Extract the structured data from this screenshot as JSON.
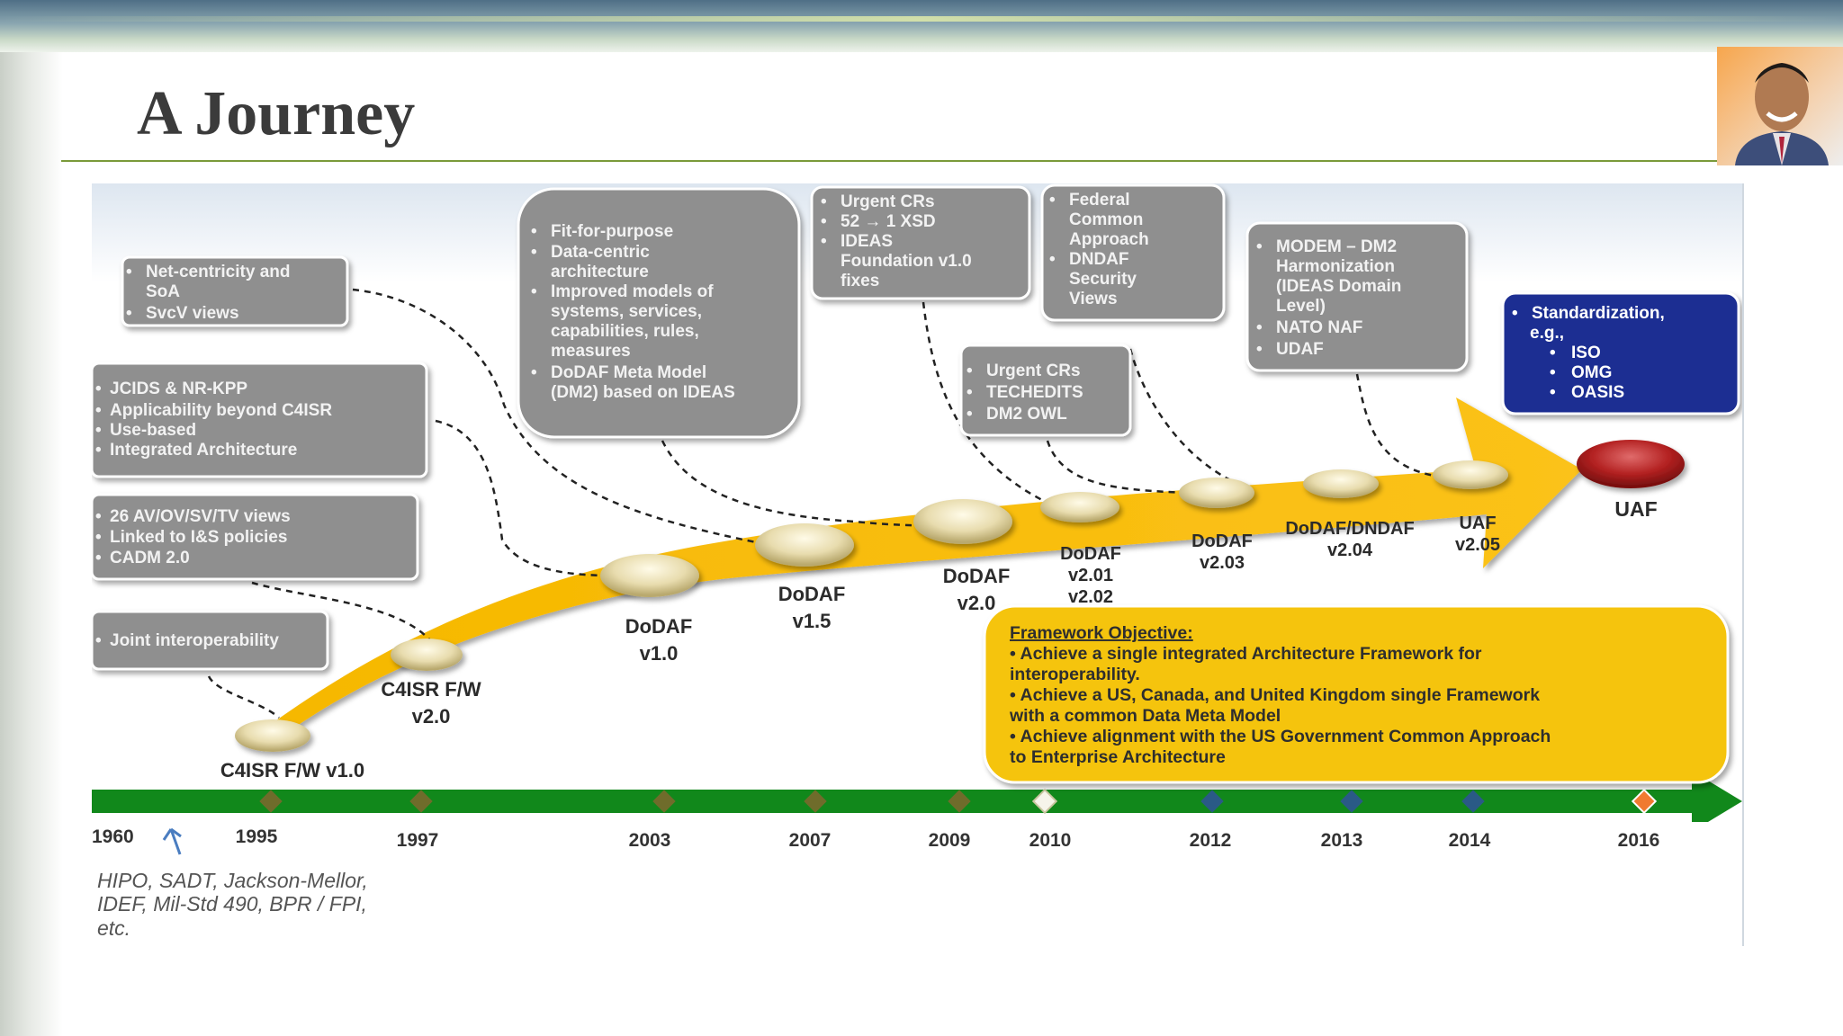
{
  "slide": {
    "title": "A Journey"
  },
  "callouts": {
    "net": [
      "Net-centricity and",
      "SoA",
      "SvcV views"
    ],
    "jcids": [
      "JCIDS & NR-KPP",
      "Applicability beyond C4ISR",
      "Use-based",
      "Integrated Architecture"
    ],
    "views": [
      "26 AV/OV/SV/TV views",
      "Linked to I&S policies",
      "CADM 2.0"
    ],
    "joint": [
      "Joint interoperability"
    ],
    "fit": [
      "Fit-for-purpose",
      "Data-centric",
      "architecture",
      "Improved models of",
      "systems, services,",
      "capabilities, rules,",
      "measures",
      "DoDAF Meta Model",
      "(DM2) based on IDEAS"
    ],
    "urgent1": [
      "Urgent CRs",
      "52 → 1 XSD",
      "IDEAS",
      "Foundation v1.0",
      "fixes"
    ],
    "urgent2": [
      "Urgent CRs",
      "TECHEDITS",
      "DM2 OWL"
    ],
    "federal": [
      "Federal",
      "Common",
      "Approach",
      "DNDAF",
      "Security",
      "Views"
    ],
    "modem": [
      "MODEM – DM2",
      "Harmonization",
      "(IDEAS Domain",
      "Level)",
      "NATO NAF",
      "UDAF"
    ],
    "standard": [
      "Standardization,",
      "e.g.,",
      "ISO",
      "OMG",
      "OASIS"
    ]
  },
  "milestones": {
    "c4isr10": "C4ISR F/W v1.0",
    "c4isr20a": "C4ISR F/W",
    "c4isr20b": "v2.0",
    "dodaf10a": "DoDAF",
    "dodaf10b": "v1.0",
    "dodaf15a": "DoDAF",
    "dodaf15b": "v1.5",
    "dodaf20a": "DoDAF",
    "dodaf20b": "v2.0",
    "dodaf201a": "DoDAF",
    "dodaf201b": "v2.01",
    "dodaf201c": "v2.02",
    "dodaf203a": "DoDAF",
    "dodaf203b": "v2.03",
    "dndafa": "DoDAF/DNDAF",
    "dndafb": "v2.04",
    "uaf205a": "UAF",
    "uaf205b": "v2.05",
    "uaf": "UAF"
  },
  "objective": {
    "heading": "Framework Objective:",
    "lines": [
      "• Achieve a single integrated Architecture  Framework for",
      "interoperability.",
      "• Achieve a US, Canada, and United Kingdom single Framework",
      "with a common Data Meta Model",
      "• Achieve alignment with the US  Government Common Approach",
      "to Enterprise Architecture"
    ]
  },
  "timeline": {
    "years": [
      "1960",
      "1995",
      "1997",
      "2003",
      "2007",
      "2009",
      "2010",
      "2012",
      "2013",
      "2014",
      "2016"
    ],
    "note": [
      "HIPO, SADT, Jackson-Mellor,",
      "IDEF, Mil-Std 490, BPR / FPI,",
      "etc."
    ]
  },
  "colors": {
    "arrow": "#f6b800",
    "timeline": "#11881b",
    "callout": "#8f8f8f",
    "standard_box": "#1f2f92",
    "uaf_disc": "#b32121",
    "objective_box": "#f5c40f"
  }
}
